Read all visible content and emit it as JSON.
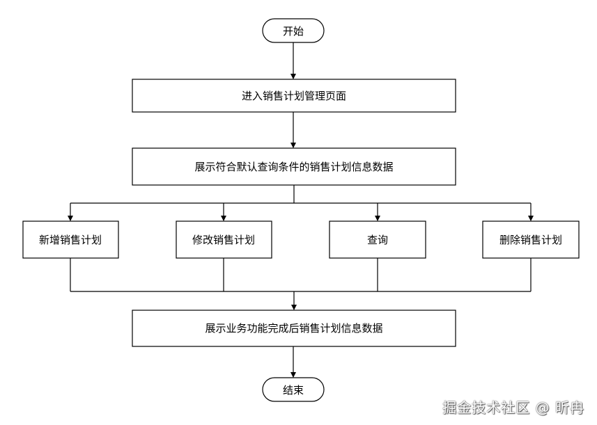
{
  "nodes": {
    "start": "开始",
    "enter_page": "进入销售计划管理页面",
    "show_default": "展示符合默认查询条件的销售计划信息数据",
    "add_plan": "新增销售计划",
    "edit_plan": "修改销售计划",
    "query": "查询",
    "delete_plan": "删除销售计划",
    "show_after": "展示业务功能完成后销售计划信息数据",
    "end": "结束"
  },
  "watermark": "掘金技术社区 @ 昕冉"
}
